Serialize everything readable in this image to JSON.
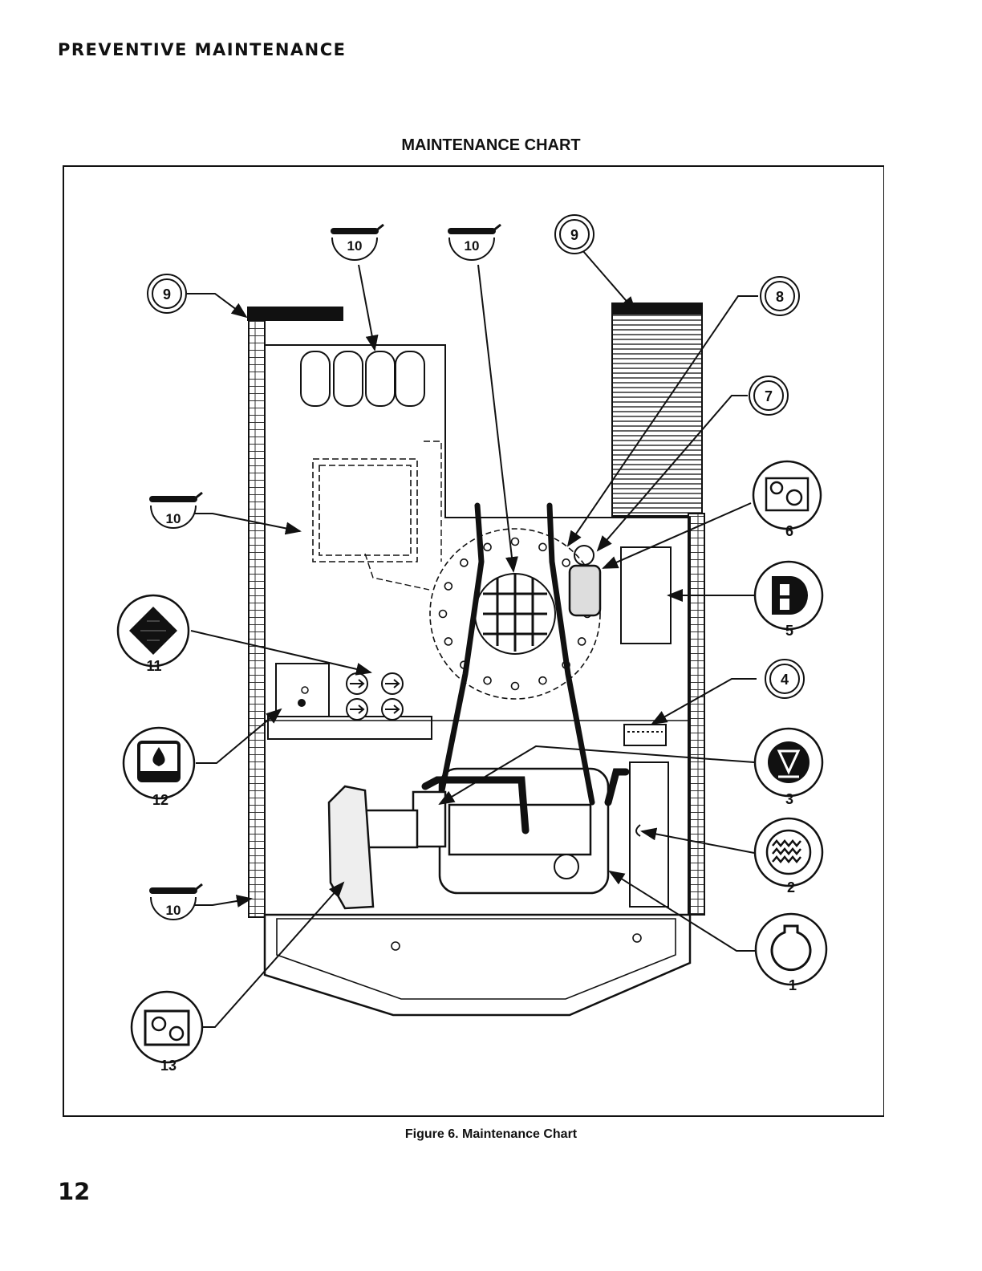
{
  "header": {
    "section_title": "PREVENTIVE MAINTENANCE"
  },
  "chart": {
    "title": "MAINTENANCE CHART"
  },
  "callouts": {
    "c1": "1",
    "c2": "2",
    "c3": "3",
    "c4": "4",
    "c5": "5",
    "c6": "6",
    "c7": "7",
    "c8": "8",
    "c9a": "9",
    "c9b": "9",
    "c10a": "10",
    "c10b": "10",
    "c10c": "10",
    "c10d": "10",
    "c11": "11",
    "c12": "12",
    "c13": "13"
  },
  "icons": {
    "c1": "crankcase-oil-icon",
    "c2": "coolant-icon",
    "c3": "air-filter-icon",
    "c4": "battery-icon",
    "c5": "fuel-icon",
    "c6": "gear-lubricant-icon",
    "c7": "gauge-icon",
    "c8": "check-icon",
    "c9": "radiator-icon",
    "c10": "grease-gun-icon",
    "c11": "hydraulic-filter-icon",
    "c12": "hydraulic-oil-icon",
    "c13": "transmission-icon"
  },
  "figure": {
    "caption": "Figure 6. Maintenance Chart"
  },
  "page": {
    "number": "12"
  }
}
